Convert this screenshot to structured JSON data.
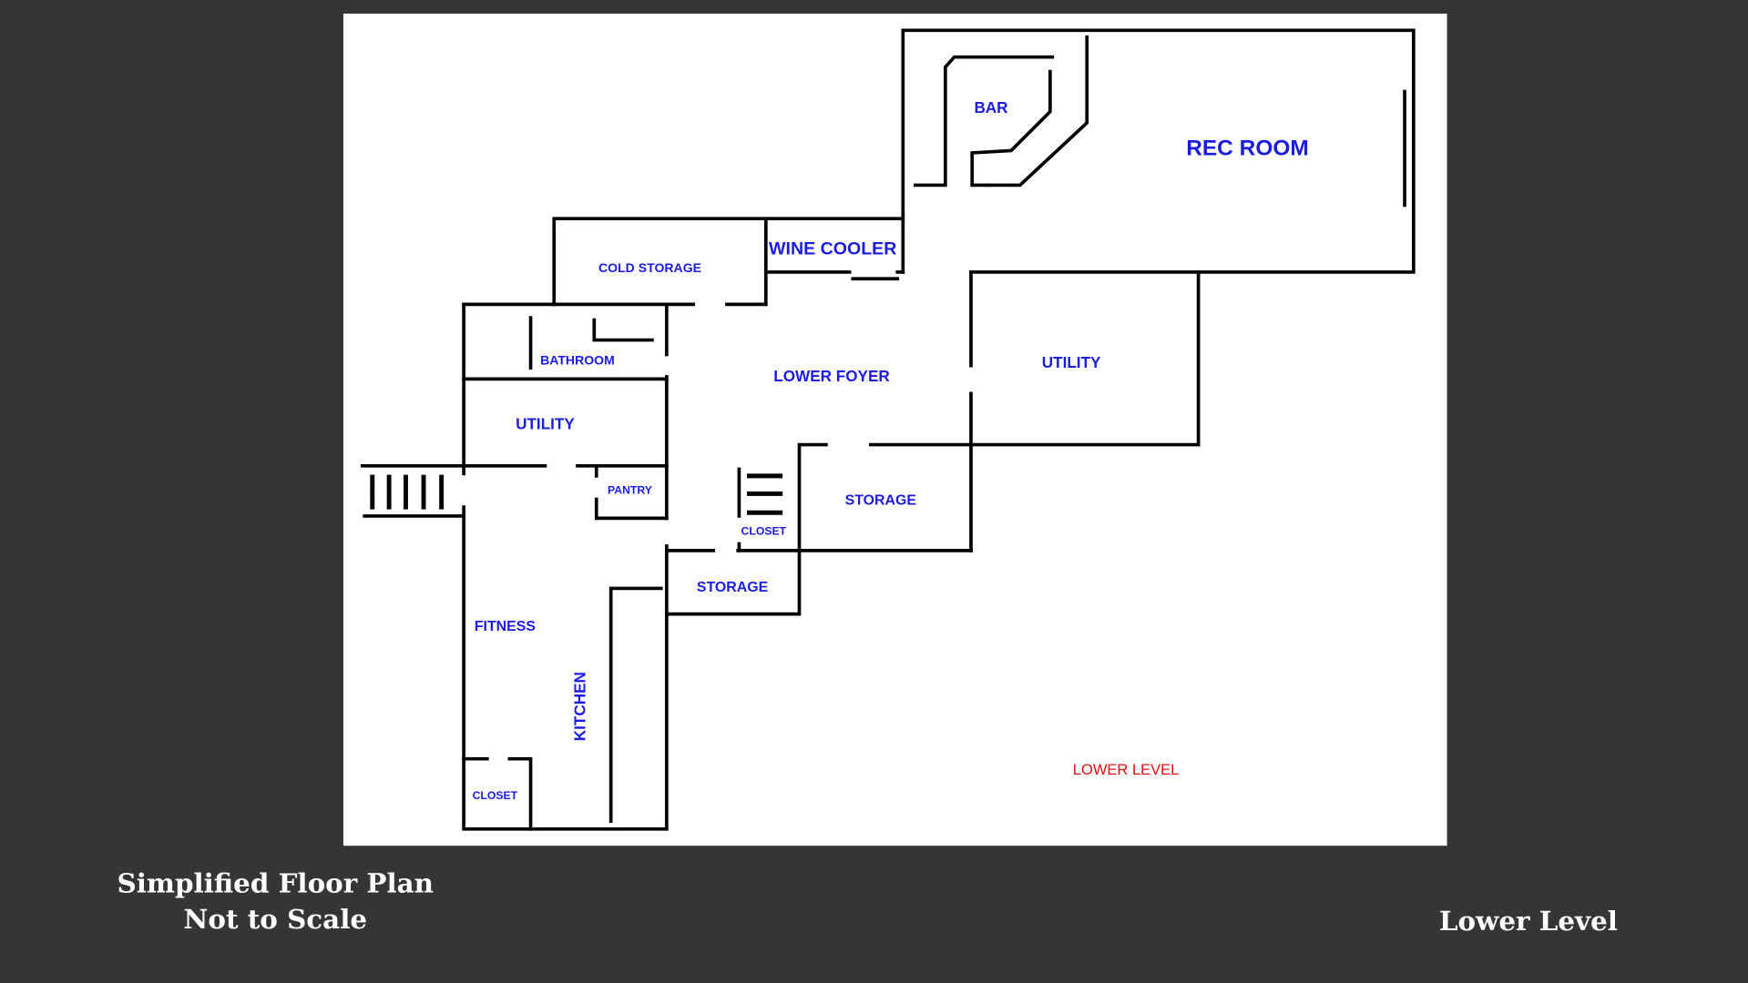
{
  "floor_plan": {
    "rooms": {
      "bar": "BAR",
      "rec_room": "REC ROOM",
      "wine_cooler": "WINE COOLER",
      "cold_storage": "COLD STORAGE",
      "bathroom": "BATHROOM",
      "lower_foyer": "LOWER FOYER",
      "utility_right": "UTILITY",
      "utility_left": "UTILITY",
      "pantry": "PANTRY",
      "closet_middle": "CLOSET",
      "storage_right": "STORAGE",
      "storage_small": "STORAGE",
      "fitness": "FITNESS",
      "kitchen": "KITCHEN",
      "closet_corner": "CLOSET"
    },
    "level_label": "LOWER LEVEL"
  },
  "captions": {
    "title": "Simplified Floor Plan",
    "subtitle": "Not to Scale",
    "level": "Lower Level"
  },
  "colors": {
    "label": "#1c1ce0",
    "level_label": "#e01010",
    "background": "#353535"
  }
}
